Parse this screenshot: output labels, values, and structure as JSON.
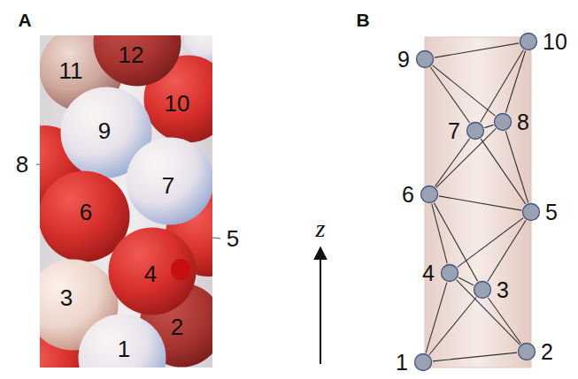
{
  "diagram": {
    "nodes": [
      {
        "text": [
          "1"
        ]
      },
      {
        "text": [
          "2"
        ]
      },
      {
        "text": [
          "3"
        ]
      },
      {
        "text": [
          "4"
        ]
      },
      {
        "text": [
          "6"
        ]
      },
      {
        "text": [
          "7"
        ]
      },
      {
        "text": [
          "9"
        ]
      },
      {
        "text": [
          "10"
        ]
      },
      {
        "text": [
          "11"
        ]
      },
      {
        "text": [
          "12"
        ]
      },
      {
        "text": [
          "1"
        ]
      },
      {
        "text": [
          "2"
        ]
      },
      {
        "text": [
          "3"
        ]
      },
      {
        "text": [
          "4"
        ]
      },
      {
        "text": [
          "5"
        ]
      },
      {
        "text": [
          "6"
        ]
      },
      {
        "text": [
          "7"
        ]
      },
      {
        "text": [
          "8"
        ]
      },
      {
        "text": [
          "9"
        ]
      },
      {
        "text": [
          "10"
        ]
      }
    ],
    "edges": [
      {
        "from": 10,
        "to": 11,
        "arrow": "none"
      },
      {
        "from": 10,
        "to": 12,
        "arrow": "none"
      },
      {
        "from": 10,
        "to": 13,
        "arrow": "none"
      },
      {
        "from": 11,
        "to": 12,
        "arrow": "none"
      },
      {
        "from": 11,
        "to": 13,
        "arrow": "none"
      },
      {
        "from": 12,
        "to": 13,
        "arrow": "none"
      },
      {
        "from": 12,
        "to": 14,
        "arrow": "none"
      },
      {
        "from": 12,
        "to": 15,
        "arrow": "none"
      },
      {
        "from": 13,
        "to": 14,
        "arrow": "none"
      },
      {
        "from": 13,
        "to": 15,
        "arrow": "none"
      },
      {
        "from": 14,
        "to": 15,
        "arrow": "none"
      },
      {
        "from": 14,
        "to": 16,
        "arrow": "none"
      },
      {
        "from": 14,
        "to": 17,
        "arrow": "none"
      },
      {
        "from": 15,
        "to": 16,
        "arrow": "none"
      },
      {
        "from": 15,
        "to": 17,
        "arrow": "none"
      },
      {
        "from": 16,
        "to": 17,
        "arrow": "none"
      },
      {
        "from": 16,
        "to": 18,
        "arrow": "none"
      },
      {
        "from": 16,
        "to": 19,
        "arrow": "none"
      },
      {
        "from": 17,
        "to": 18,
        "arrow": "none"
      },
      {
        "from": 17,
        "to": 19,
        "arrow": "none"
      },
      {
        "from": 18,
        "to": 19,
        "arrow": "none"
      }
    ],
    "labels": [
      "A",
      "8",
      "5",
      "z",
      "B"
    ]
  }
}
